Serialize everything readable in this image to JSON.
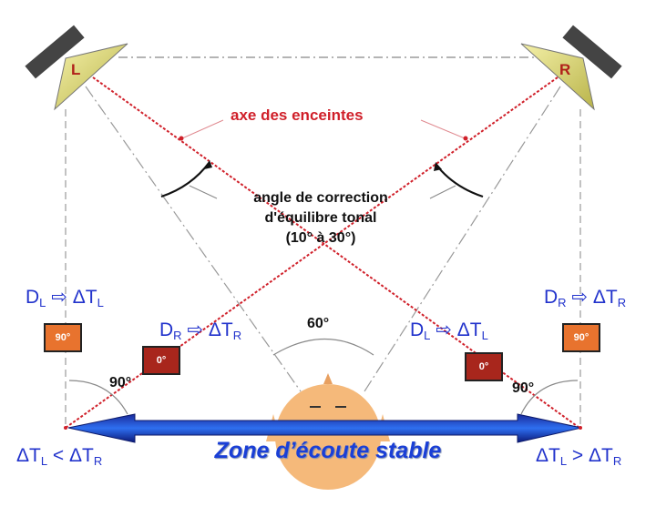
{
  "speakers": {
    "left": "L",
    "right": "R"
  },
  "axis_label": "axe des enceintes",
  "correction": {
    "line1": "angle de correction",
    "line2": "d'équilibre tonal",
    "line3": "(10° à 30°)"
  },
  "angle_center": "60°",
  "angle_left": "90°",
  "angle_right": "90°",
  "boxes": {
    "left_outer": "90°",
    "left_inner": "0°",
    "right_inner": "0°",
    "right_outer": "90°"
  },
  "relations": {
    "left_outer": {
      "d": "D",
      "dsub": "L",
      "arrow": "⇨",
      "t": "ΔT",
      "tsub": "L"
    },
    "left_inner": {
      "d": "D",
      "dsub": "R",
      "arrow": "⇨",
      "t": "ΔT",
      "tsub": "R"
    },
    "right_inner": {
      "d": "D",
      "dsub": "L",
      "arrow": "⇨",
      "t": "ΔT",
      "tsub": "L"
    },
    "right_outer": {
      "d": "D",
      "dsub": "R",
      "arrow": "⇨",
      "t": "ΔT",
      "tsub": "R"
    }
  },
  "bottom": {
    "left": {
      "a": "ΔT",
      "asub": "L",
      "op": " < ",
      "b": "ΔT",
      "bsub": "R"
    },
    "right": {
      "a": "ΔT",
      "asub": "L",
      "op": " > ",
      "b": "ΔT",
      "bsub": "R"
    },
    "zone": "Zone d’écoute stable"
  },
  "colors": {
    "blue": "#2233cc",
    "red_axis": "#d0202a",
    "orange": "#e8732e",
    "dark_red": "#a8261c",
    "head": "#f5b97a"
  }
}
